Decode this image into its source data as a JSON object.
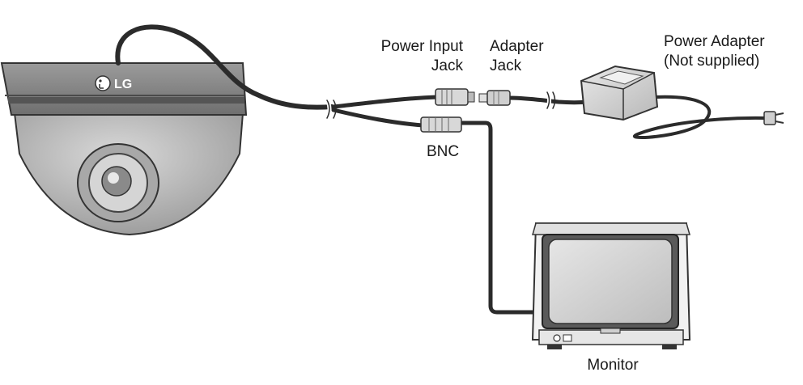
{
  "camera": {
    "brand": "LG"
  },
  "labels": {
    "power_input_jack": [
      "Power Input",
      "Jack"
    ],
    "adapter_jack": [
      "Adapter",
      "Jack"
    ],
    "power_adapter": [
      "Power Adapter",
      "(Not supplied)"
    ],
    "bnc": "BNC",
    "monitor": "Monitor"
  },
  "colors": {
    "cable": "#2b2b2b",
    "camera_body": "#8c8c8c",
    "camera_band": "#6e6e6e",
    "dome": "#bdbdbd",
    "adapter": "#d2d2d2",
    "monitor_screen": "#cfcfcf",
    "monitor_frame": "#f2f2f2"
  }
}
